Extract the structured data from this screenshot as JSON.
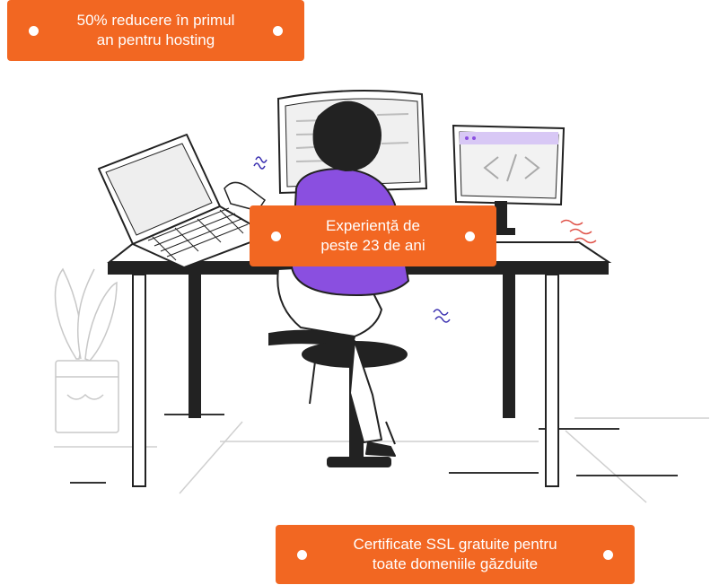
{
  "colors": {
    "accent": "#f26722",
    "accent_text": "#ffffff",
    "shirt": "#8a4fe0",
    "outline": "#222222",
    "desk_top": "#2b2b2b"
  },
  "badges": {
    "hosting": {
      "line1": "50% reducere în primul",
      "line2": "an pentru hosting"
    },
    "experience": {
      "line1": "Experiență de",
      "line2": "peste 23 de ani"
    },
    "ssl": {
      "line1": "Certificate SSL gratuite pentru",
      "line2": "toate domeniile găzduite"
    }
  },
  "icons": {
    "bullet": "dot-icon",
    "code": "code-tag-icon",
    "vibration": "squiggle-icon"
  }
}
